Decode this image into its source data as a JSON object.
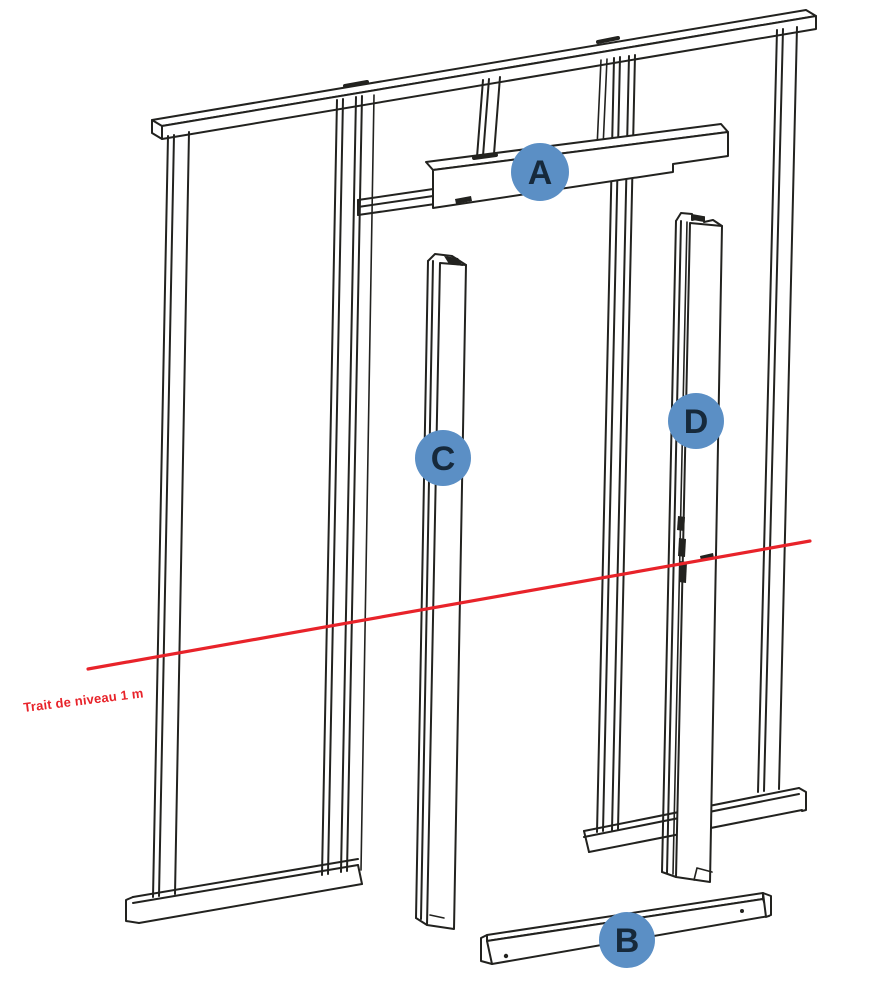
{
  "diagram": {
    "kind": "metal-stud-partition-door-frame-assembly-diagram",
    "level_line": {
      "label": "Trait de niveau 1 m"
    },
    "badges": [
      {
        "letter": "A"
      },
      {
        "letter": "B"
      },
      {
        "letter": "C"
      },
      {
        "letter": "D"
      }
    ],
    "colors": {
      "badge_fill": "#5b8fc5",
      "badge_letter": "#16293b",
      "level_line_red": "#e8232a",
      "line_art": "#22221f",
      "background": "#ffffff"
    }
  }
}
